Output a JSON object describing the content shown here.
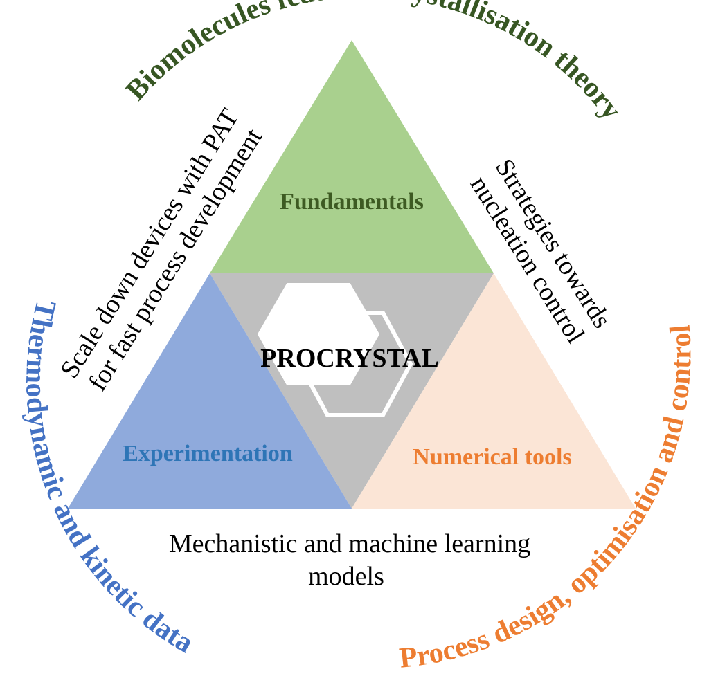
{
  "colors": {
    "fundamentals_fill": "#a9d08e",
    "fundamentals_text": "#3d5a22",
    "experimentation_fill": "#8faadc",
    "experimentation_text": "#2e75b6",
    "numerical_fill": "#fbe5d6",
    "numerical_text": "#ed7d31",
    "center_fill": "#bfbfbf",
    "hexagon_fill": "#ffffff",
    "arc_top_text": "#375623",
    "arc_left_text": "#4472c4",
    "arc_right_text": "#ed7d31",
    "body_text": "#000000"
  },
  "arcs": {
    "top": "Biomolecules features/crystallisation theory",
    "left": "Thermodynamic and kinetic data",
    "right": "Process design, optimisation and control"
  },
  "sides": {
    "left_line1": "Scale down devices with PAT",
    "left_line2": "for fast process development",
    "right_line1": "Strategies towards",
    "right_line2": "nucleation control",
    "bottom_line1": "Mechanistic and machine learning",
    "bottom_line2": "models"
  },
  "regions": {
    "top": "Fundamentals",
    "left": "Experimentation",
    "right": "Numerical tools",
    "center": "PROCRYSTAL"
  }
}
